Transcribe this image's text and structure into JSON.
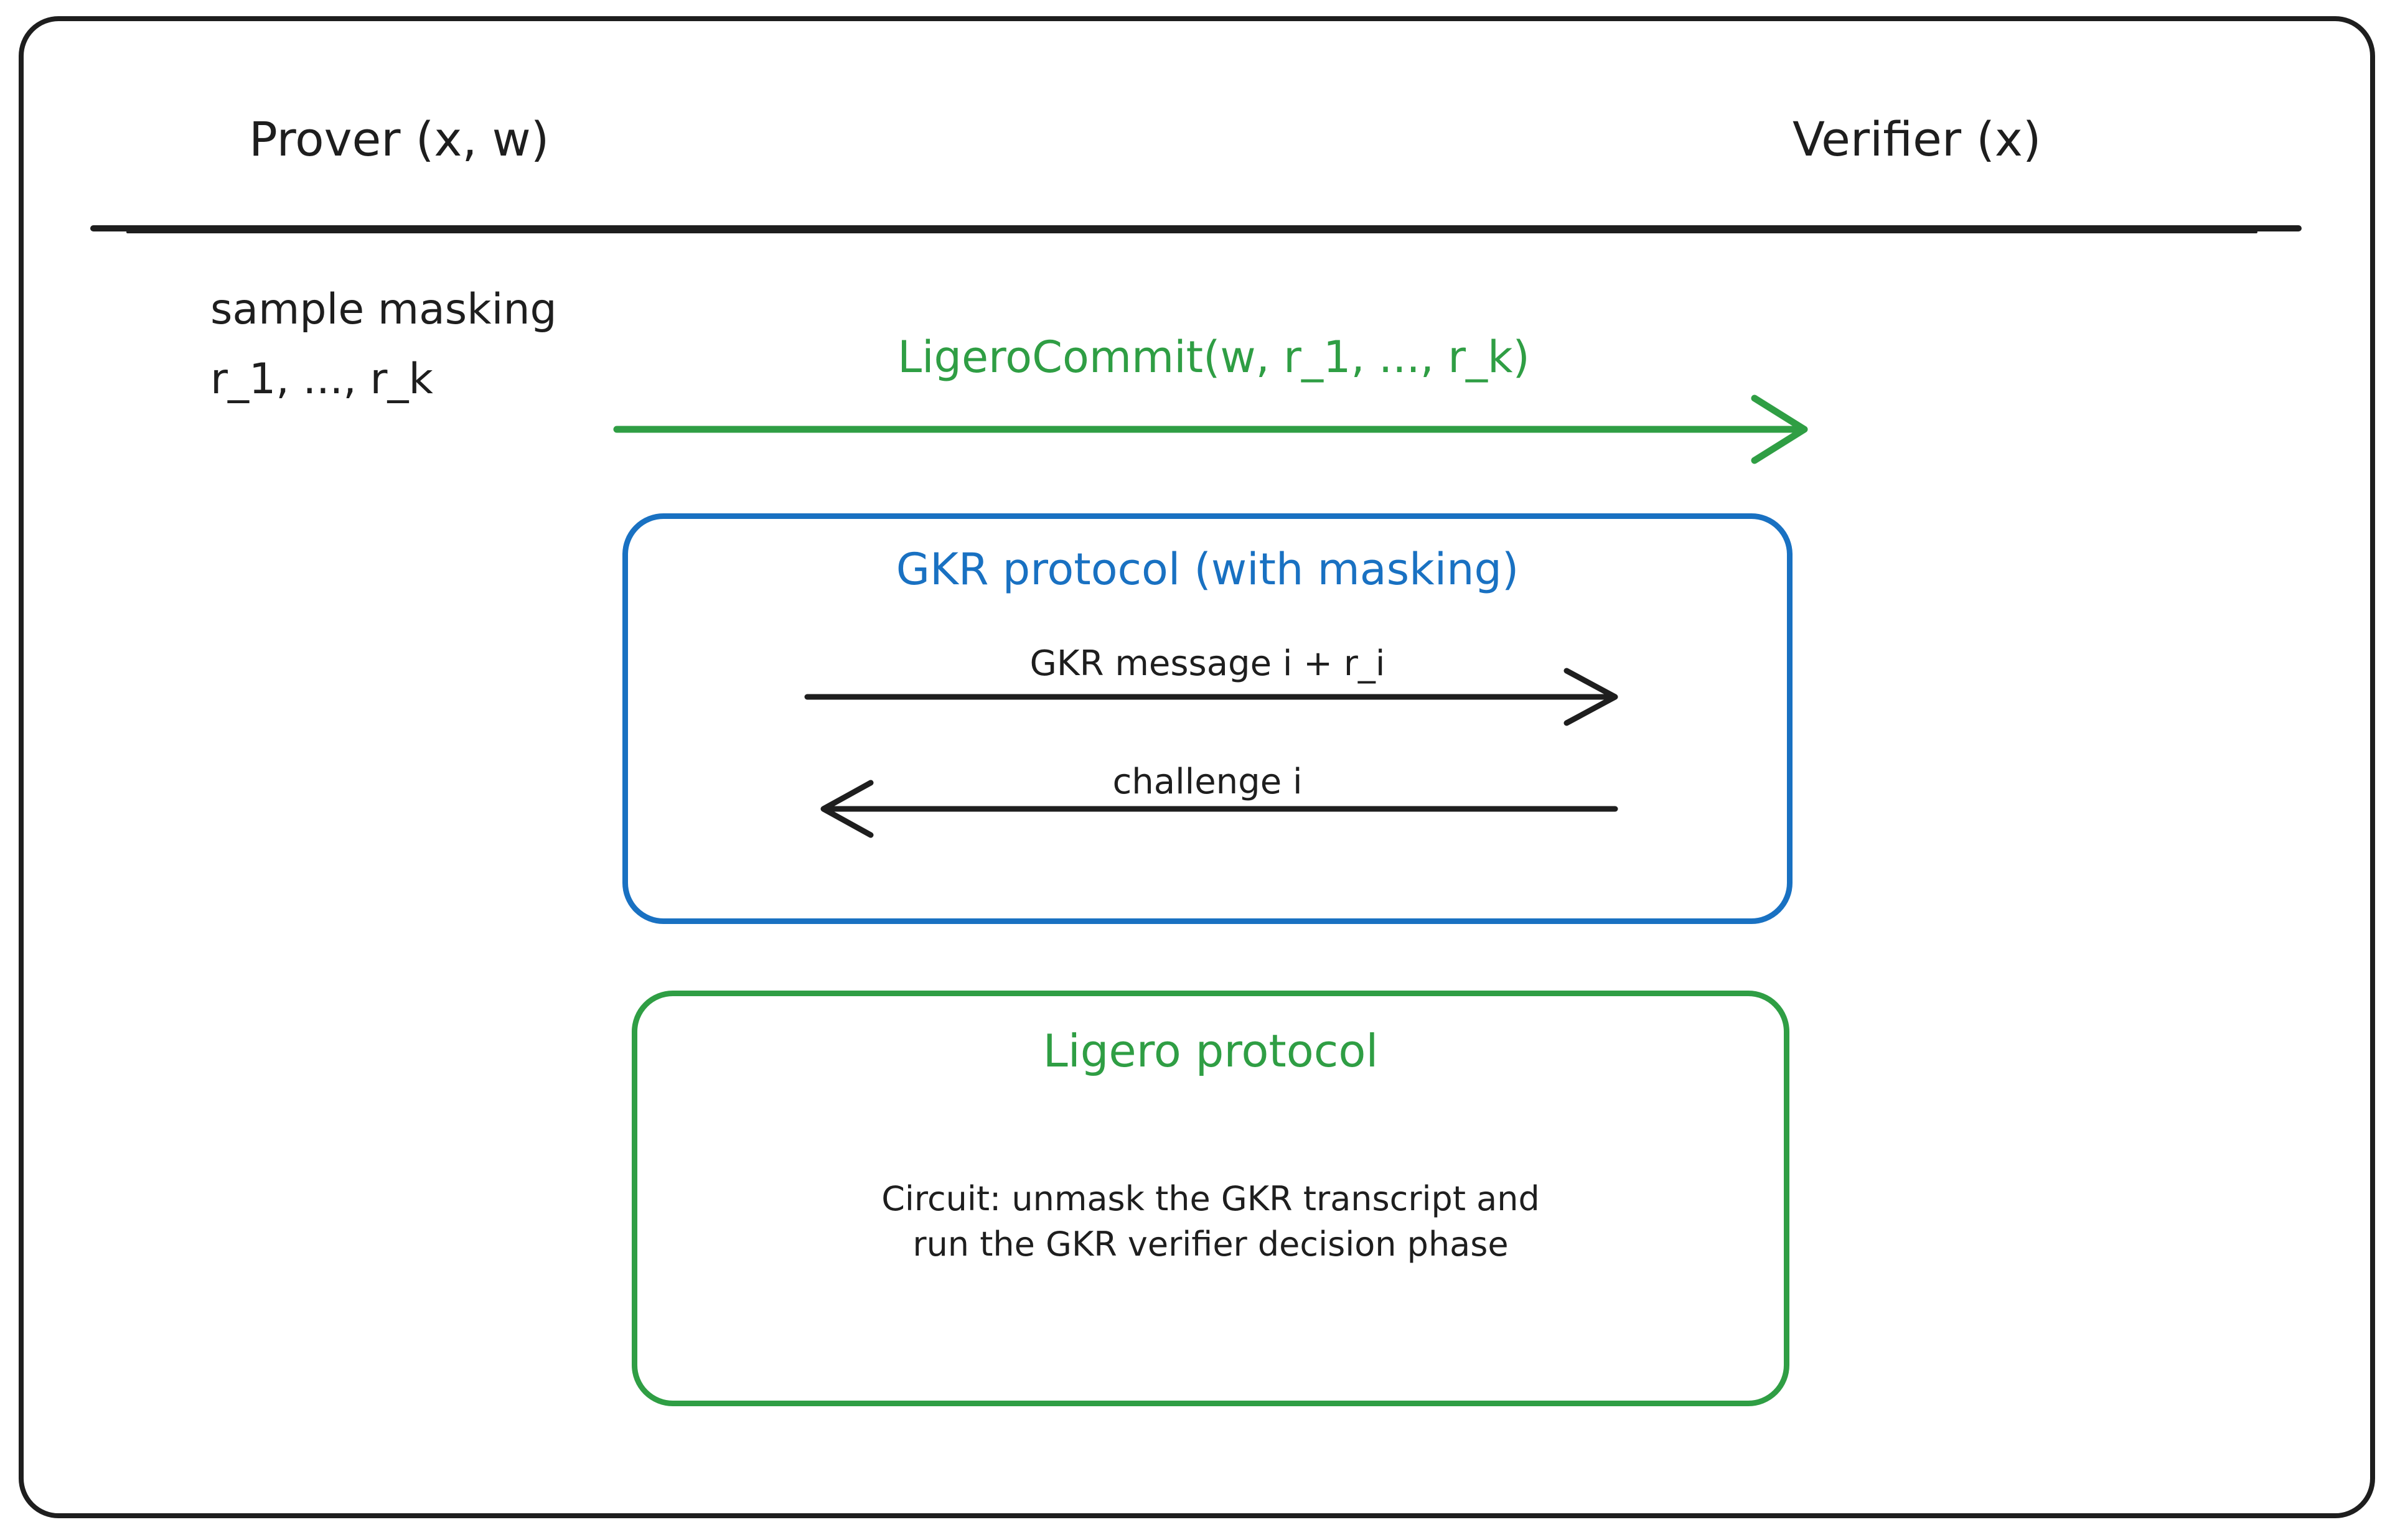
{
  "header": {
    "prover": "Prover (x, w)",
    "verifier": "Verifier (x)"
  },
  "notes": {
    "sample_masking_line1": "sample masking",
    "sample_masking_line2": "r_1, ..., r_k"
  },
  "messages": {
    "ligero_commit": "LigeroCommit(w, r_1, ..., r_k)",
    "gkr_message": "GKR message i + r_i",
    "challenge": "challenge i"
  },
  "boxes": {
    "gkr": {
      "title": "GKR protocol (with masking)"
    },
    "ligero": {
      "title": "Ligero protocol",
      "body_line1": "Circuit: unmask the GKR transcript and",
      "body_line2": "run the GKR verifier decision phase"
    }
  },
  "colors": {
    "ink": "#1e1e1e",
    "green": "#2f9e44",
    "blue": "#1971c2",
    "background": "#ffffff"
  }
}
